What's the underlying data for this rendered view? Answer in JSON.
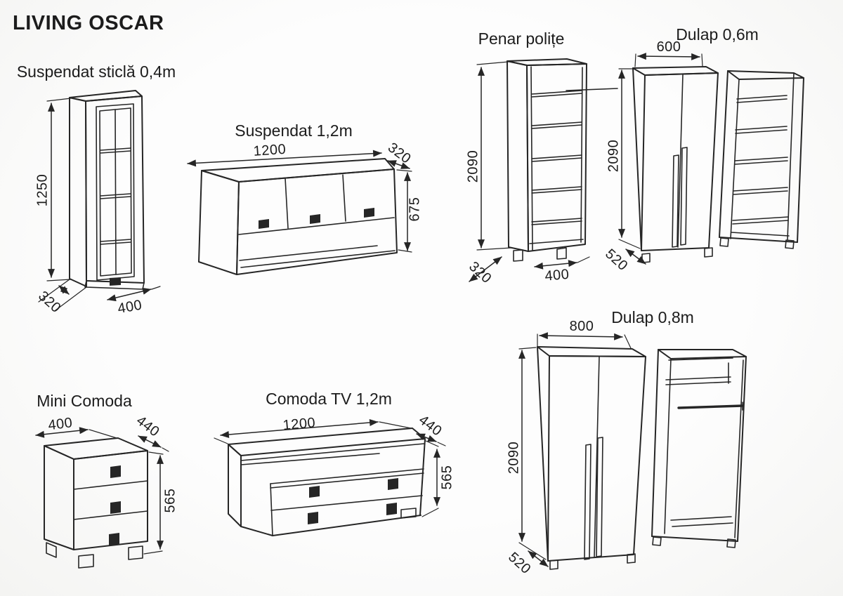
{
  "page": {
    "title": "LIVING OSCAR"
  },
  "colors": {
    "line": "#262626",
    "paper": "#fcfcfc",
    "text": "#1c1c1c",
    "handle_fill": "#1a1a1a"
  },
  "items": {
    "suspendat_sticla": {
      "label": "Suspendat sticlă 0,4m",
      "dim_height": "1250",
      "dim_depth": "320",
      "dim_width": "400"
    },
    "suspendat_12": {
      "label": "Suspendat 1,2m",
      "dim_width": "1200",
      "dim_depth": "320",
      "dim_height": "675"
    },
    "penar": {
      "label": "Penar polițe",
      "dim_height": "2090",
      "dim_depth": "320",
      "dim_width": "400"
    },
    "dulap06": {
      "label": "Dulap 0,6m",
      "dim_width": "600",
      "dim_height": "2090",
      "dim_depth": "520"
    },
    "dulap08": {
      "label": "Dulap 0,8m",
      "dim_width": "800",
      "dim_height": "2090",
      "dim_depth": "520"
    },
    "mini_comoda": {
      "label": "Mini Comoda",
      "dim_width": "400",
      "dim_depth": "440",
      "dim_height": "565"
    },
    "comoda_tv": {
      "label": "Comoda TV 1,2m",
      "dim_width": "1200",
      "dim_depth": "440",
      "dim_height": "565"
    }
  }
}
